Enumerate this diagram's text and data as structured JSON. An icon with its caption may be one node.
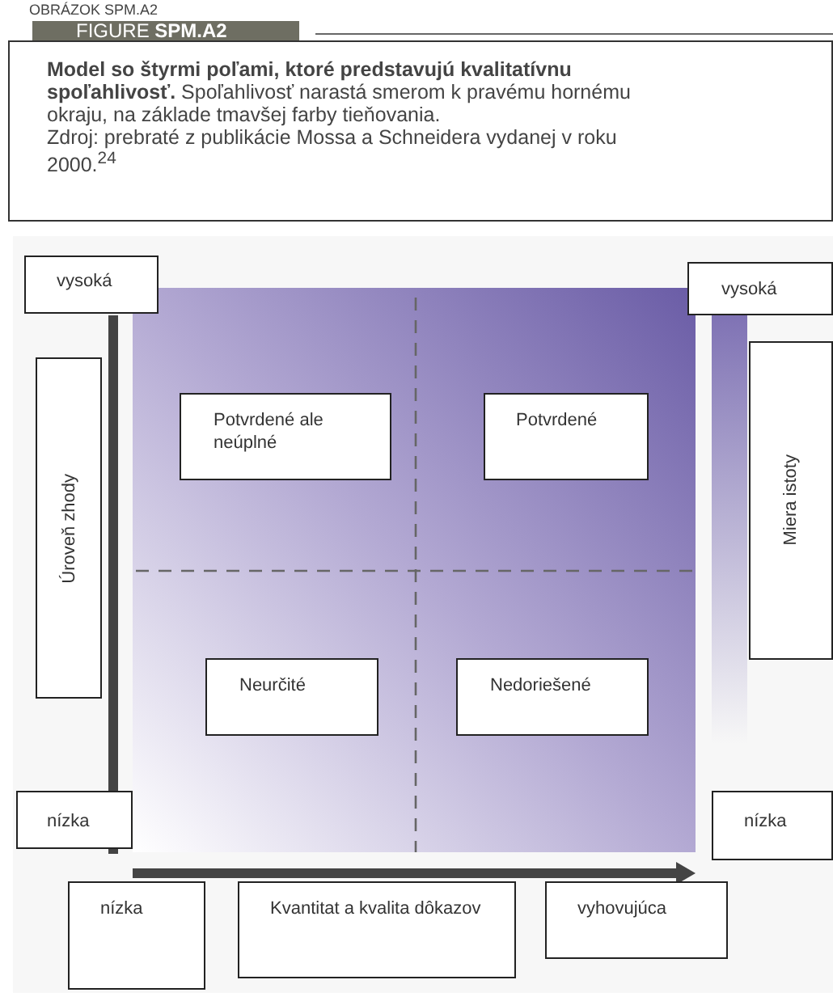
{
  "diagram": {
    "nodes": [
      {
        "text": [
          "FIGURE **SPM.A2**"
        ]
      },
      {
        "text": [
          "**Model so štyrmi poľami, ktoré predstavujú kvalitatívnu spoľahlivosť.** Spoľahlivosť narastá smerom k pravému hornému okraju, na základe tmavšej farby tieňovania.",
          "Zdroj: prebraté z publikácie Mossa a Schneidera vydanej v roku 2000.$^{24}$"
        ]
      },
      {
        "text": [
          "vysoká"
        ]
      },
      {
        "text": [
          "Úroveň zhody"
        ]
      },
      {
        "text": [
          "nízka"
        ]
      },
      {
        "text": [
          "vysoká"
        ]
      },
      {
        "text": [
          "Miera istoty"
        ]
      },
      {
        "text": [
          "nízka"
        ]
      },
      {
        "text": [
          "Potvrdené ale neúplné"
        ]
      },
      {
        "text": [
          "Potvrdené"
        ]
      },
      {
        "text": [
          "Neurčité"
        ]
      },
      {
        "text": [
          "Nedoriešené"
        ]
      },
      {
        "text": [
          "nízka"
        ]
      },
      {
        "text": [
          "Kvantitat a kvalita dôkazov"
        ]
      },
      {
        "text": [
          "vyhovujúca"
        ]
      }
    ],
    "edges": [],
    "labels": [
      "OBRÁZOK SPM.A2"
    ]
  }
}
